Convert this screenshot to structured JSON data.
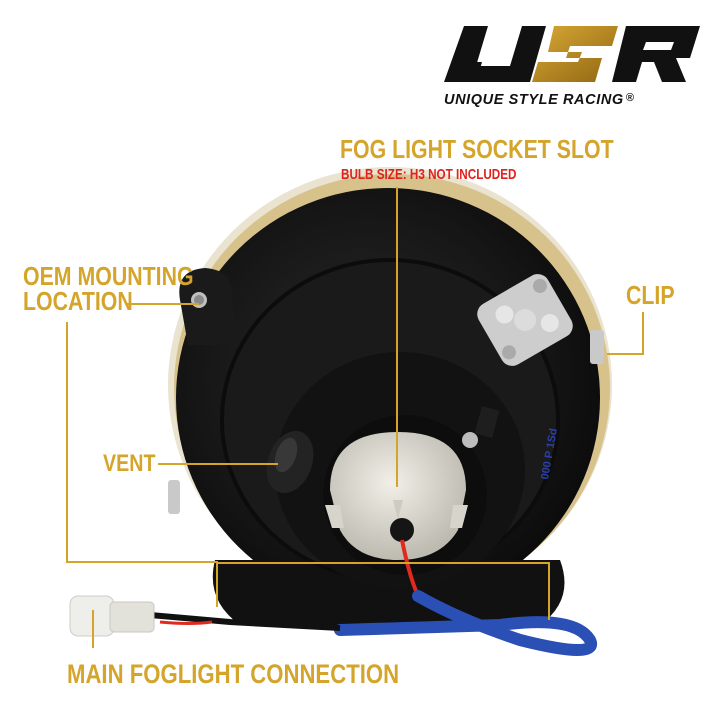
{
  "brand": {
    "logo_letters": "USR",
    "name": "UNIQUE STYLE RACING",
    "registered_mark": "®",
    "colors": {
      "black": "#111111",
      "gold": "#b8861b"
    }
  },
  "labels": {
    "socket_slot": "FOG LIGHT SOCKET SLOT",
    "bulb_size": "BULB SIZE: H3 NOT INCLUDED",
    "oem_mounting_line1": "OEM MOUNTING",
    "oem_mounting_line2": "LOCATION",
    "clip": "CLIP",
    "vent": "VENT",
    "main_connection": "MAIN FOGLIGHT CONNECTION"
  },
  "product": {
    "housing_marking": "000 P 1Sd"
  },
  "colors": {
    "label_gold": "#d4a52a",
    "warning_red": "#e0211d",
    "wire_red": "#e02a1f",
    "sleeve_blue": "#2a4fb5",
    "housing_black": "#141414",
    "connector_white": "#eeeeea"
  }
}
